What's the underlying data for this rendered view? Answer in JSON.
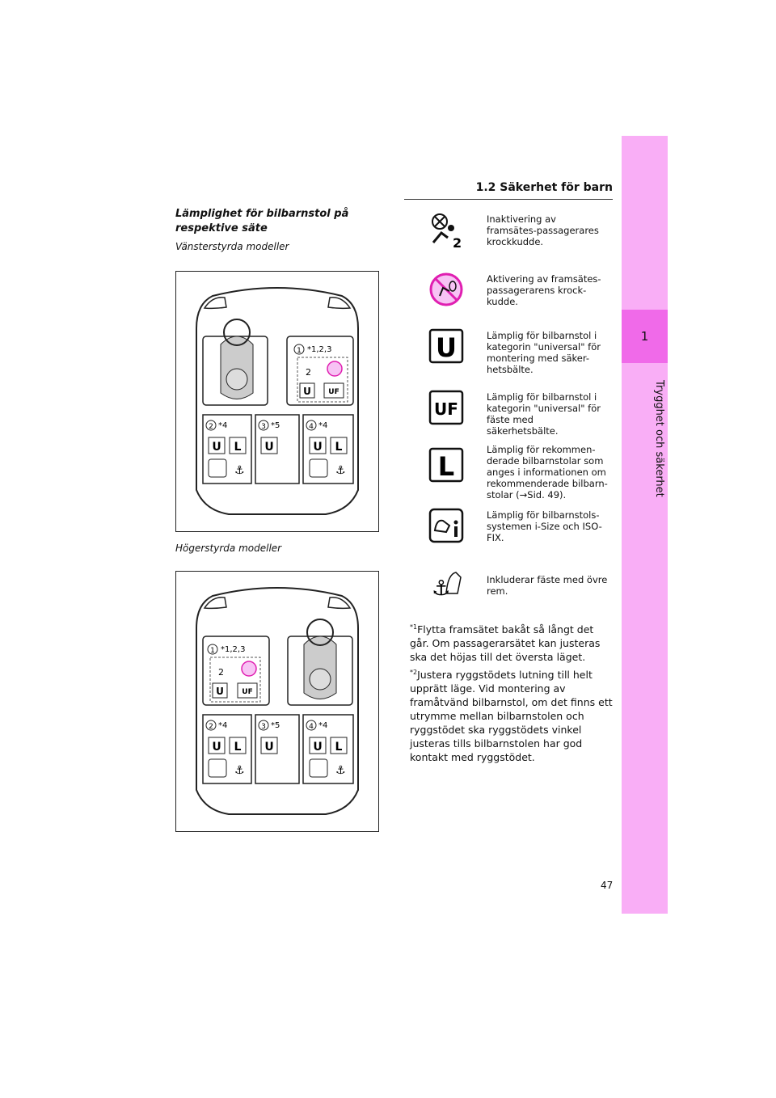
{
  "header": {
    "title": "1.2 Säkerhet för barn"
  },
  "side_tab": {
    "chapter": "1",
    "label": "Trygghet och säkerhet"
  },
  "section_title": "Lämplighet för bilbarnstol på respektive säte",
  "lhd_label": "Vänsterstyrda modeller",
  "rhd_label": "Högerstyrda modeller",
  "diagram": {
    "seat1_label": "*1,2,3",
    "seat2_label": "*4",
    "seat3_label": "*5",
    "seat4_label": "*4",
    "n1": "1",
    "n2": "2",
    "n3": "3",
    "n4": "4",
    "u": "U",
    "l": "L",
    "uf": "UF",
    "two": "2"
  },
  "legend": [
    {
      "icon": "airbag-off-icon",
      "text": "Inaktivering av framsätes-passagerares krockkudde."
    },
    {
      "icon": "airbag-on-icon",
      "text": "Aktivering av framsätes-passagerarens krock-kudde."
    },
    {
      "icon": "universal-u-icon",
      "text": "Lämplig för bilbarnstol i kategorin \"universal\" för montering med säker-hetsbälte.",
      "glyph": "U"
    },
    {
      "icon": "universal-uf-icon",
      "text": "Lämplig för bilbarnstol i kategorin \"universal\" för fäste med säkerhetsbälte.",
      "glyph": "UF"
    },
    {
      "icon": "recommended-l-icon",
      "text": "Lämplig för rekommen-derade bilbarnstolar som anges i informationen om rekommenderade bilbarn-stolar (→Sid. 49).",
      "glyph": "L"
    },
    {
      "icon": "isize-isofix-icon",
      "text": "Lämplig för bilbarnstols-systemen i-Size och ISO-FIX."
    },
    {
      "icon": "top-tether-icon",
      "text": "Inkluderar fäste med övre rem."
    }
  ],
  "notes": [
    {
      "mark": "*1",
      "text": "Flytta framsätet bakåt så långt det går. Om passagerarsätet kan justeras ska det höjas till det översta läget."
    },
    {
      "mark": "*2",
      "text": "Justera ryggstödets lutning till helt upprätt läge. Vid montering av framåtvänd bilbarnstol, om det finns ett utrymme mellan bilbarnstolen och ryggstödet ska ryggstödets vinkel justeras tills bilbarnstolen har god kontakt med ryggstödet."
    }
  ],
  "page_number": "47"
}
